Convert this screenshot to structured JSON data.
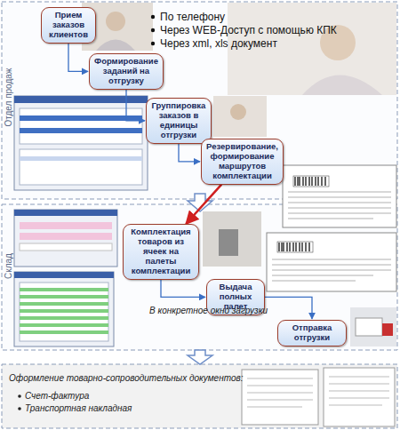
{
  "diagram": {
    "nodes": [
      {
        "text": [
          "Прием заказов клиентов"
        ]
      },
      {
        "text": [
          "Формирование заданий на отгрузку"
        ]
      },
      {
        "text": [
          "Группировка заказов в единицы отгрузки"
        ]
      },
      {
        "text": [
          "Резервирование, формирование маршрутов комплектации"
        ]
      },
      {
        "text": [
          "Комплектация товаров из ячеек на палеты комплектации"
        ]
      },
      {
        "text": [
          "Выдача полных палет"
        ]
      },
      {
        "text": [
          "Отправка отгрузки"
        ]
      }
    ],
    "edges": [
      {
        "from": 0,
        "to": 1,
        "arrow": "to"
      },
      {
        "from": 1,
        "to": 2,
        "arrow": "to"
      },
      {
        "from": 2,
        "to": 3,
        "arrow": "to"
      },
      {
        "from": 3,
        "to": 4,
        "arrow": "to"
      },
      {
        "from": 4,
        "to": 5,
        "arrow": "to"
      },
      {
        "from": 5,
        "to": 6,
        "arrow": "to"
      }
    ],
    "labels": [
      "Отдел продаж",
      "По телефону",
      "Через WEB-Доступ с помощью КПК",
      "Через xml, xls документ",
      "Склад",
      "В конкретное окно загрузки",
      "Оформление товарно-сопроводительных документов:",
      "Счет-фактура",
      "Транспортная накладная"
    ]
  }
}
